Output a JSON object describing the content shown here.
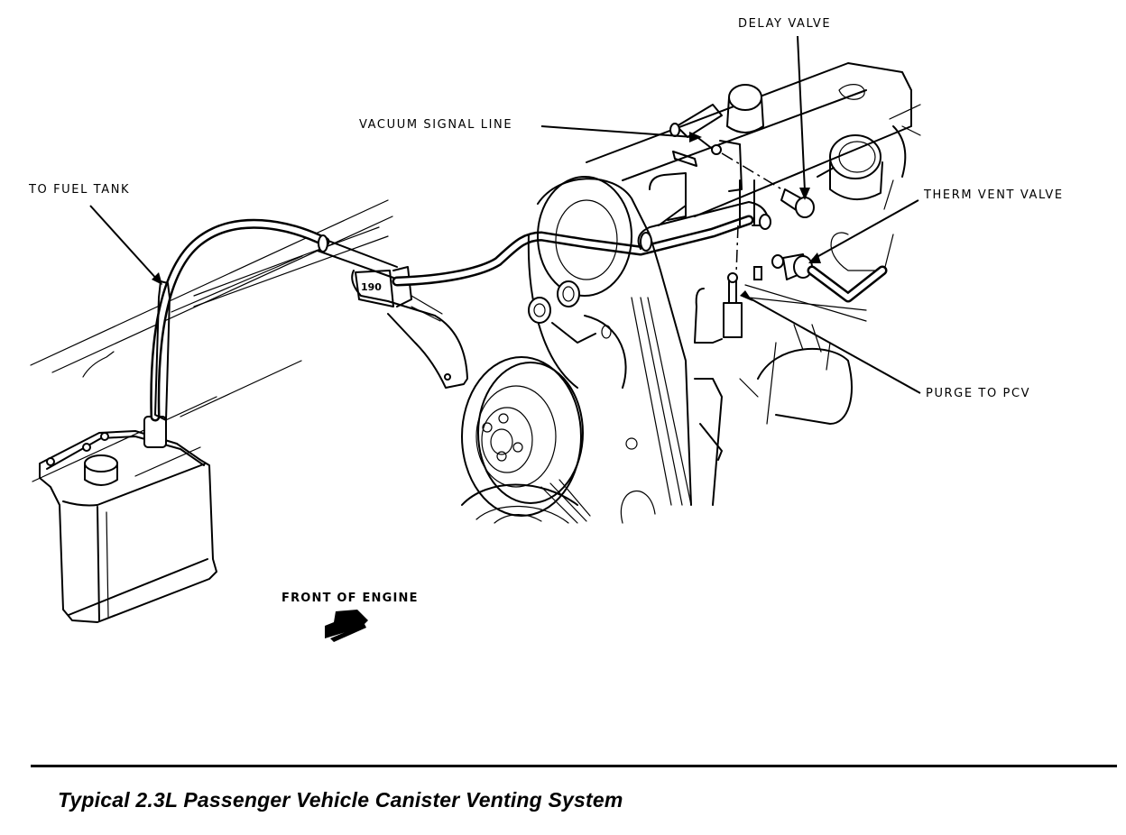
{
  "figure": {
    "caption": "Typical 2.3L Passenger Vehicle Canister Venting System",
    "callouts": {
      "delay_valve": "DELAY VALVE",
      "vacuum_signal_line": "VACUUM SIGNAL LINE",
      "to_fuel_tank": "TO FUEL TANK",
      "therm_vent_valve": "THERM VENT VALVE",
      "purge_to_pcv": "PURGE TO PCV",
      "front_of_engine": "FRONT OF ENGINE"
    },
    "bracket_marking": "190",
    "components": [
      "vapor-canister",
      "vent-hose",
      "hose-bracket",
      "engine-block",
      "crank-pulley",
      "water-pump-pulley",
      "timing-belt-cover",
      "valve-cover",
      "air-cleaner-inlet",
      "delay-valve",
      "therm-vent-valve",
      "pcv-purge-line"
    ]
  }
}
